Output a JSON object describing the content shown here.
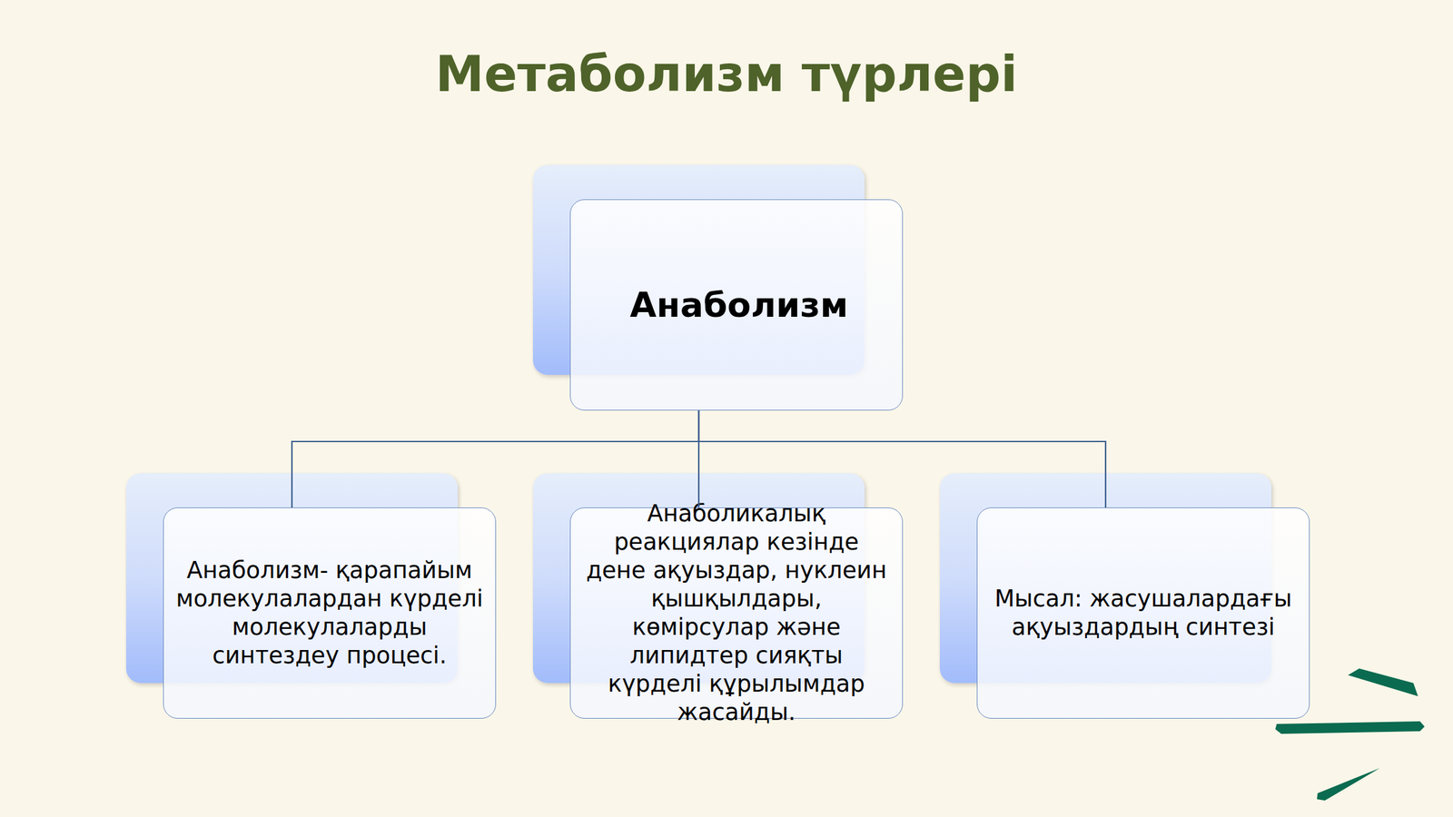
{
  "diagram": {
    "title": "Метаболизм түрлері",
    "nodes": [
      {
        "text": [
          "Анаболизм"
        ]
      },
      {
        "text": [
          "Анаболизм- қарапайым молекулалардан күрделі молекулаларды синтездеу процесі."
        ]
      },
      {
        "text": [
          "Анаболикалық реакциялар кезінде дене ақуыздар, нуклеин қышқылдары, көмірсулар және липидтер сияқты күрделі құрылымдар жасайды."
        ]
      },
      {
        "text": [
          "Мысал: жасушалардағы ақуыздардың синтезі"
        ]
      }
    ],
    "edges": [
      {
        "from": 0,
        "to": 1,
        "arrow": "none"
      },
      {
        "from": 0,
        "to": 2,
        "arrow": "none"
      },
      {
        "from": 0,
        "to": 3,
        "arrow": "none"
      }
    ]
  }
}
